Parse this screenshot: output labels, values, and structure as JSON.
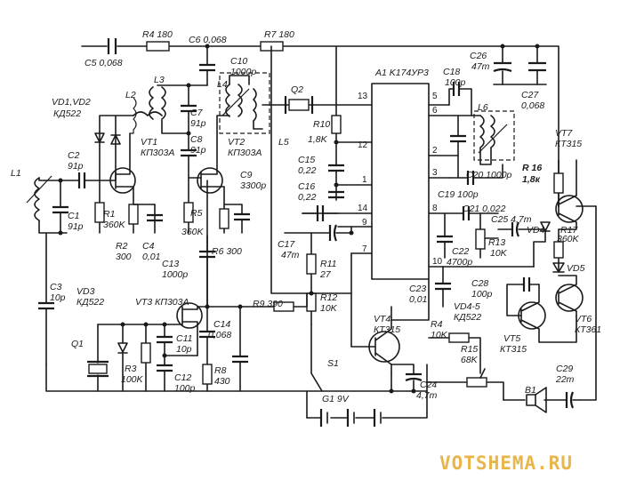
{
  "title": "A1 K174УР3",
  "watermark": "VOTSHEMA.RU",
  "components": {
    "c5": "C5 0,068",
    "r4": "R4 180",
    "c6": "C6 0,068",
    "r7": "R7 180",
    "vd12": "VD1,VD2",
    "vd12_type": "КД522",
    "l1": "L1",
    "l2": "L2",
    "l3": "L3",
    "l4": "L4",
    "l5": "L5",
    "l6": "L6",
    "c1": "C1",
    "c1_val": "91p",
    "c2": "C2",
    "c2_val": "91p",
    "c3": "C3",
    "c3_val": "10p",
    "c7": "C7",
    "c7_val": "91p",
    "c8": "C8",
    "c8_val": "91p",
    "c10": "C10",
    "c10_val": "1000p",
    "c9": "C9",
    "c9_val": "3300p",
    "vt1": "VT1",
    "vt1_type": "КП303А",
    "vt2": "VT2",
    "vt2_type": "КП303А",
    "r1": "R1",
    "r1_val": "360K",
    "r2": "R2",
    "r2_val": "300",
    "c4": "C4",
    "c4_val": "0,01",
    "r5": "R5",
    "r5_val": "360K",
    "r6": "R6 300",
    "c13": "C13",
    "c13_val": "1000p",
    "q2": "Q2",
    "r10": "R10",
    "r10_val": "1,8K",
    "c15": "C15",
    "c15_val": "0,22",
    "c16": "C16",
    "c16_val": "0,22",
    "c17": "C17",
    "c17_val": "47m",
    "r11": "R11",
    "r11_val": "27",
    "r12": "R12",
    "r12_val": "10K",
    "r9": "R9 390",
    "c18": "C18",
    "c18_val": "100p",
    "c26": "C26",
    "c26_val": "47m",
    "c27": "C27",
    "c27_val": "0,068",
    "c20": "C20 1000p",
    "c19": "C19 100p",
    "c21": "C21 0,022",
    "c25": "C25 4,7m",
    "c22": "C22",
    "c22_val": "4700p",
    "r13": "R13",
    "r13_val": "10K",
    "c23": "C23",
    "c23_val": "0,01",
    "vd45": "VD4-5",
    "vd45_type": "КД522",
    "c28": "C28",
    "c28_val": "100p",
    "vt7": "VT7",
    "vt7_type": "КТ315",
    "r16": "R 16",
    "r16_val": "1,8к",
    "r17": "R17",
    "r17_val": "360K",
    "vd4": "VD4",
    "vd5": "VD5",
    "vt5": "VT5",
    "vt5_type": "КТ315",
    "vt6": "VT6",
    "vt6_type": "КТ361",
    "c29": "C29",
    "c29_val": "22m",
    "b1": "B1",
    "vd3": "VD3",
    "vd3_type": "КД522",
    "vt3": "VT3 КП303А",
    "q1": "Q1",
    "r3": "R3",
    "r3_val": "100K",
    "c11": "C11",
    "c11_val": "10p",
    "c12": "C12",
    "c12_val": "100p",
    "c14": "C14",
    "c14_val": "0,068",
    "r8": "R8",
    "r8_val": "430",
    "vt4": "VT4",
    "vt4_type": "КТ315",
    "r4b": "R4",
    "r4b_val": "10K",
    "r15": "R15",
    "r15_val": "68K",
    "c24": "C24",
    "c24_val": "4,7m",
    "s1": "S1",
    "g1": "G1 9V"
  },
  "pins": [
    "13",
    "12",
    "1",
    "14",
    "9",
    "7",
    "5",
    "6",
    "2",
    "3",
    "8",
    "10"
  ]
}
